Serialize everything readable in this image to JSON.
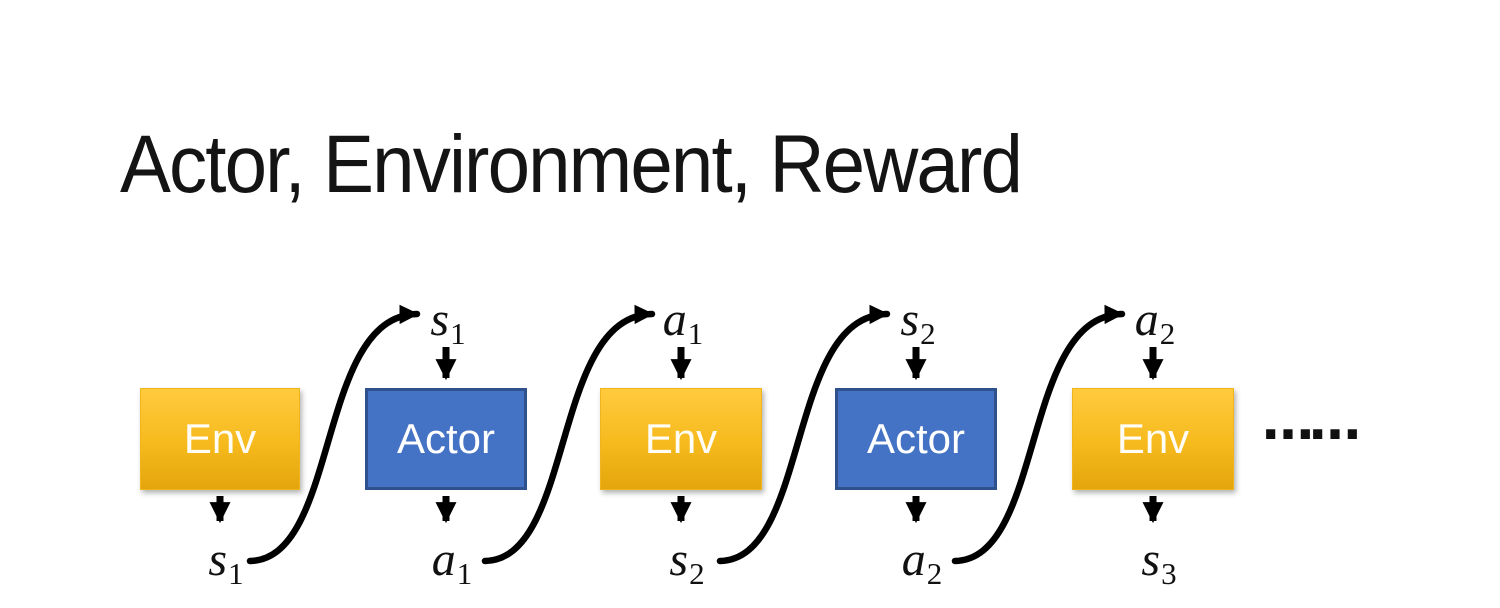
{
  "title": "Actor, Environment, Reward",
  "colors": {
    "env_gradient_top": "#FFCA3D",
    "env_gradient_bottom": "#E3A50B",
    "actor_fill": "#4472C4",
    "actor_border": "#2F528F",
    "arrow": "#000000",
    "box_text": "#FFFFFF",
    "title_text": "#141414",
    "background": "#FFFFFF"
  },
  "diagram": {
    "nodes": [
      {
        "label": "Env",
        "type": "env"
      },
      {
        "label": "Actor",
        "type": "actor"
      },
      {
        "label": "Env",
        "type": "env"
      },
      {
        "label": "Actor",
        "type": "actor"
      },
      {
        "label": "Env",
        "type": "env"
      }
    ],
    "top_labels": [
      {
        "base": "s",
        "sub": "1"
      },
      {
        "base": "a",
        "sub": "1"
      },
      {
        "base": "s",
        "sub": "2"
      },
      {
        "base": "a",
        "sub": "2"
      }
    ],
    "bottom_labels": [
      {
        "base": "s",
        "sub": "1"
      },
      {
        "base": "a",
        "sub": "1"
      },
      {
        "base": "s",
        "sub": "2"
      },
      {
        "base": "a",
        "sub": "2"
      },
      {
        "base": "s",
        "sub": "3"
      }
    ],
    "ellipsis": "……"
  }
}
